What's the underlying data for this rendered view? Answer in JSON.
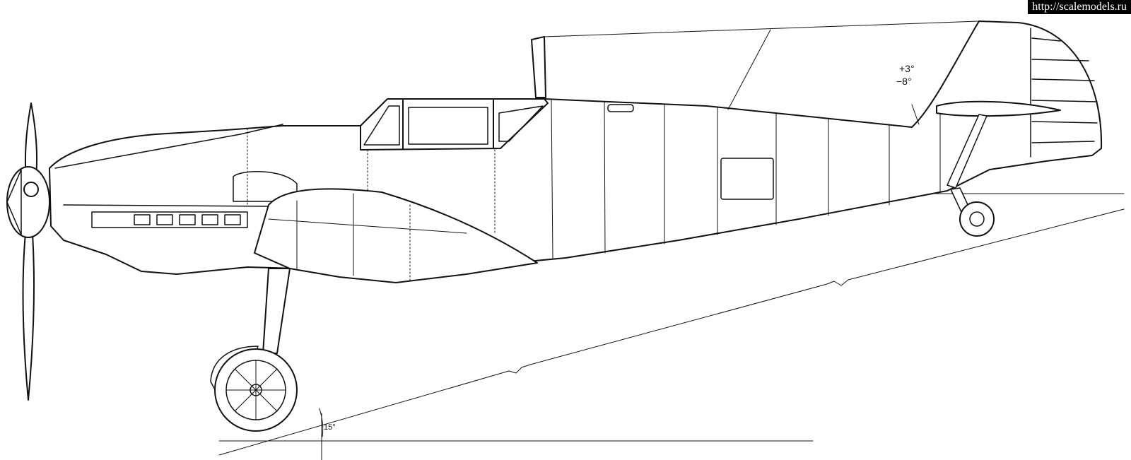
{
  "watermark": "http://scalemodels.ru",
  "annotations": {
    "elevator_up": "+3°",
    "elevator_down": "−8°",
    "ground_angle": "15°"
  },
  "colors": {
    "line": "#111111",
    "background": "#ffffff",
    "watermark_bg": "#000000"
  }
}
